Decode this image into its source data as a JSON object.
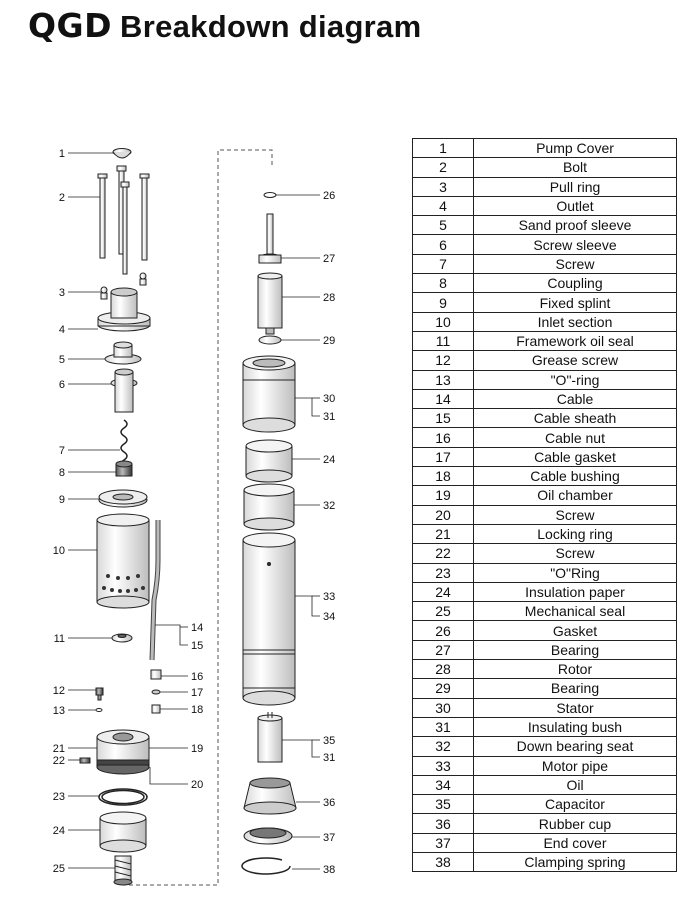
{
  "header": {
    "brand": "QGD",
    "title": "Breakdown diagram"
  },
  "parts": [
    {
      "no": "1",
      "name": "Pump Cover"
    },
    {
      "no": "2",
      "name": "Bolt"
    },
    {
      "no": "3",
      "name": "Pull ring"
    },
    {
      "no": "4",
      "name": "Outlet"
    },
    {
      "no": "5",
      "name": "Sand proof sleeve"
    },
    {
      "no": "6",
      "name": "Screw sleeve"
    },
    {
      "no": "7",
      "name": "Screw"
    },
    {
      "no": "8",
      "name": "Coupling"
    },
    {
      "no": "9",
      "name": "Fixed splint"
    },
    {
      "no": "10",
      "name": "Inlet section"
    },
    {
      "no": "11",
      "name": "Framework oil seal"
    },
    {
      "no": "12",
      "name": "Grease screw"
    },
    {
      "no": "13",
      "name": "\"O\"-ring"
    },
    {
      "no": "14",
      "name": "Cable"
    },
    {
      "no": "15",
      "name": "Cable sheath"
    },
    {
      "no": "16",
      "name": "Cable nut"
    },
    {
      "no": "17",
      "name": "Cable gasket"
    },
    {
      "no": "18",
      "name": "Cable bushing"
    },
    {
      "no": "19",
      "name": "Oil chamber"
    },
    {
      "no": "20",
      "name": "Screw"
    },
    {
      "no": "21",
      "name": "Locking ring"
    },
    {
      "no": "22",
      "name": "Screw"
    },
    {
      "no": "23",
      "name": "\"O\"Ring"
    },
    {
      "no": "24",
      "name": "Insulation paper"
    },
    {
      "no": "25",
      "name": "Mechanical seal"
    },
    {
      "no": "26",
      "name": "Gasket"
    },
    {
      "no": "27",
      "name": "Bearing"
    },
    {
      "no": "28",
      "name": "Rotor"
    },
    {
      "no": "29",
      "name": "Bearing"
    },
    {
      "no": "30",
      "name": "Stator"
    },
    {
      "no": "31",
      "name": "Insulating bush"
    },
    {
      "no": "32",
      "name": "Down bearing seat"
    },
    {
      "no": "33",
      "name": "Motor pipe"
    },
    {
      "no": "34",
      "name": "Oil"
    },
    {
      "no": "35",
      "name": "Capacitor"
    },
    {
      "no": "36",
      "name": "Rubber cup"
    },
    {
      "no": "37",
      "name": "End cover"
    },
    {
      "no": "38",
      "name": "Clamping spring"
    }
  ],
  "diagram": {
    "left_callouts": [
      "1",
      "2",
      "3",
      "4",
      "5",
      "6",
      "7",
      "8",
      "9",
      "10",
      "11",
      "12",
      "13",
      "21",
      "22",
      "23",
      "24",
      "25"
    ],
    "middle_callouts": [
      "14",
      "15",
      "16",
      "17",
      "18",
      "19",
      "20"
    ],
    "right_callouts": [
      "26",
      "27",
      "28",
      "29",
      "30",
      "31",
      "24",
      "32",
      "33",
      "34",
      "35",
      "31",
      "36",
      "37",
      "38"
    ]
  }
}
